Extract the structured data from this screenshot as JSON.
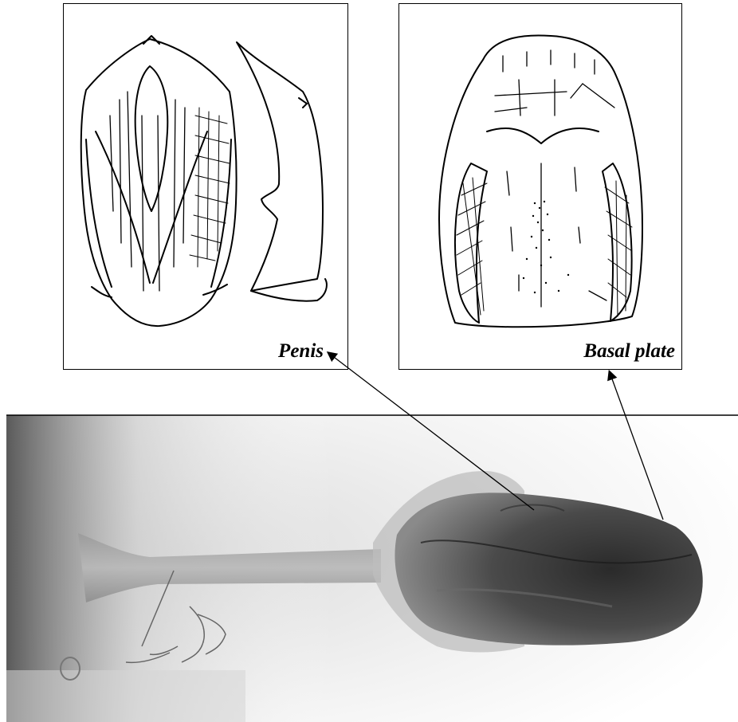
{
  "figure": {
    "panels": [
      {
        "id": "penis",
        "label": "Penis",
        "content": "line drawing of penis, dorsal and lateral views"
      },
      {
        "id": "basal",
        "label": "Basal plate",
        "content": "line drawing of basal plate"
      }
    ],
    "photo": {
      "content": "micrograph of male genitalia"
    }
  },
  "colors": {
    "ink": "#000000",
    "paper": "#ffffff"
  }
}
